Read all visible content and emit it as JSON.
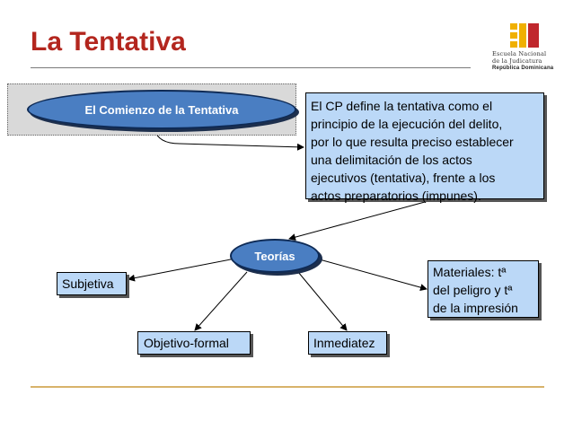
{
  "slide": {
    "title": "La Tentativa"
  },
  "logo": {
    "line1": "Escuela Nacional",
    "line2": "de la Judicatura",
    "line3": "República Dominicana",
    "colors": {
      "gold": "#f0b000",
      "red": "#c0272d"
    }
  },
  "nodes": {
    "start": "El Comienzo de la Tentativa",
    "definition_lines": [
      "El CP define la tentativa como el",
      "principio de la ejecución del delito,",
      "por lo que resulta preciso establecer",
      "una delimitación de los actos",
      "ejecutivos (tentativa), frente a los",
      "actos preparatorios (impunes)."
    ],
    "theories": "Teorías",
    "subjective": "Subjetiva",
    "objective_formal": "Objetivo-formal",
    "immediacy": "Inmediatez",
    "material_lines": [
      "Materiales: tª",
      "del peligro y tª",
      "de la impresión"
    ]
  },
  "colors": {
    "title": "#b3261e",
    "oval_fill": "#4a7ec2",
    "box_fill": "#bbd8f7",
    "accent_rule": "#d8b36a"
  }
}
